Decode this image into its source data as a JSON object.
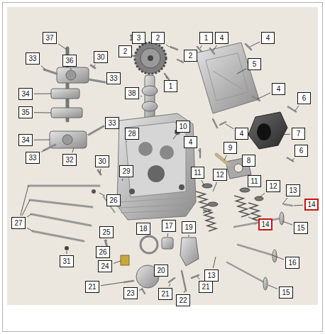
{
  "diagram": {
    "nodes": [
      {
        "text": [
          "37"
        ]
      },
      {
        "text": [
          "3"
        ]
      },
      {
        "text": [
          "2"
        ]
      },
      {
        "text": [
          "1"
        ]
      },
      {
        "text": [
          "4"
        ]
      },
      {
        "text": [
          "4"
        ]
      },
      {
        "text": [
          "2"
        ]
      },
      {
        "text": [
          "2"
        ]
      },
      {
        "text": [
          "30"
        ]
      },
      {
        "text": [
          "33"
        ]
      },
      {
        "text": [
          "36"
        ]
      },
      {
        "text": [
          "5"
        ]
      },
      {
        "text": [
          "33"
        ]
      },
      {
        "text": [
          "1"
        ]
      },
      {
        "text": [
          "4"
        ]
      },
      {
        "text": [
          "38"
        ]
      },
      {
        "text": [
          "34"
        ]
      },
      {
        "text": [
          "6"
        ]
      },
      {
        "text": [
          "35"
        ]
      },
      {
        "text": [
          "33"
        ]
      },
      {
        "text": [
          "10"
        ]
      },
      {
        "text": [
          "28"
        ]
      },
      {
        "text": [
          "4"
        ]
      },
      {
        "text": [
          "7"
        ]
      },
      {
        "text": [
          "34"
        ]
      },
      {
        "text": [
          "4"
        ]
      },
      {
        "text": [
          "9"
        ]
      },
      {
        "text": [
          "6"
        ]
      },
      {
        "text": [
          "33"
        ]
      },
      {
        "text": [
          "32"
        ]
      },
      {
        "text": [
          "30"
        ]
      },
      {
        "text": [
          "29"
        ]
      },
      {
        "text": [
          "11"
        ]
      },
      {
        "text": [
          "12"
        ]
      },
      {
        "text": [
          "8"
        ]
      },
      {
        "text": [
          "11"
        ]
      },
      {
        "text": [
          "12"
        ]
      },
      {
        "text": [
          "13"
        ]
      },
      {
        "text": [
          "26"
        ]
      },
      {
        "text": [
          "14"
        ]
      },
      {
        "text": [
          "27"
        ]
      },
      {
        "text": [
          "18"
        ]
      },
      {
        "text": [
          "17"
        ]
      },
      {
        "text": [
          "19"
        ]
      },
      {
        "text": [
          "14"
        ]
      },
      {
        "text": [
          "15"
        ]
      },
      {
        "text": [
          "25"
        ]
      },
      {
        "text": [
          "26"
        ]
      },
      {
        "text": [
          "31"
        ]
      },
      {
        "text": [
          "24"
        ]
      },
      {
        "text": [
          "16"
        ]
      },
      {
        "text": [
          "20"
        ]
      },
      {
        "text": [
          "13"
        ]
      },
      {
        "text": [
          "21"
        ]
      },
      {
        "text": [
          "21"
        ]
      },
      {
        "text": [
          "21"
        ]
      },
      {
        "text": [
          "15"
        ]
      },
      {
        "text": [
          "23"
        ]
      },
      {
        "text": [
          "22"
        ]
      }
    ],
    "labels": [
      "1"
    ]
  }
}
